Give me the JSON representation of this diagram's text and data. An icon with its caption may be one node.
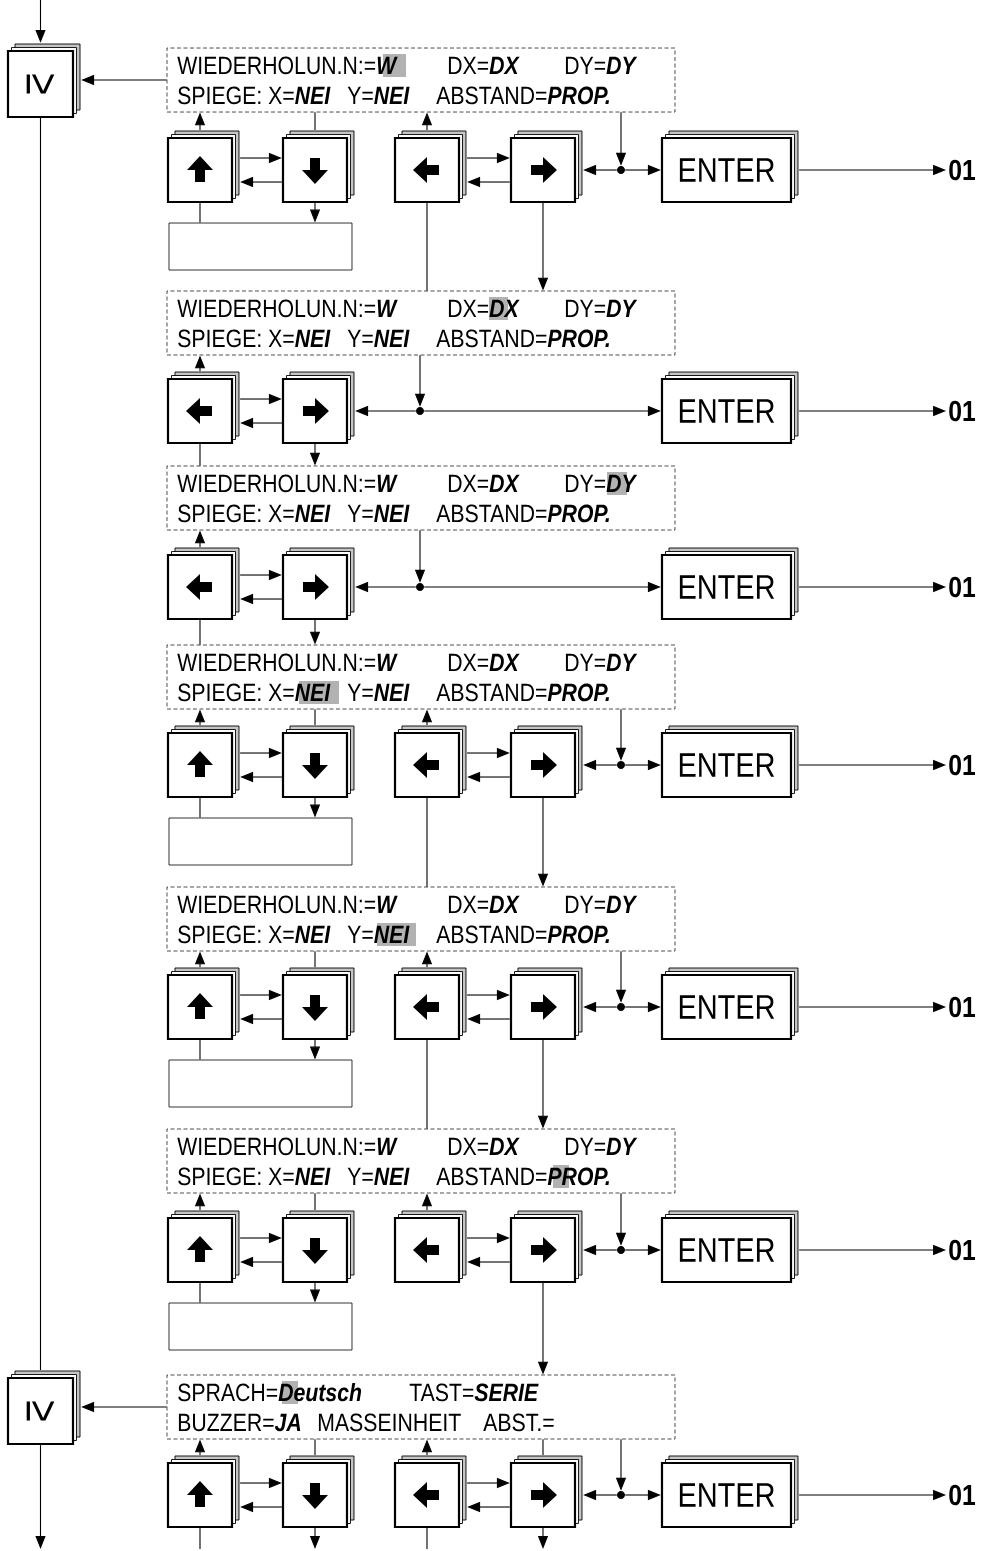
{
  "diagram": {
    "nodes": [
      {
        "text": [
          "≥"
        ]
      },
      {
        "text": [
          "WIEDERHOLUN.N:=*W*",
          "DX=*DX*",
          "DY=*DY*",
          "SPIEGE: X=*NEI*",
          "Y=*NEI*",
          "ABSTAND=*PROP.*"
        ]
      },
      {
        "text": [],
        "shape": "key"
      },
      {
        "text": [],
        "shape": "key"
      },
      {
        "text": [],
        "shape": "key"
      },
      {
        "text": [],
        "shape": "key"
      },
      {
        "text": [],
        "shape": "circle"
      },
      {
        "text": [
          "ENTER"
        ]
      },
      {
        "text": [
          "01"
        ]
      },
      {
        "text": [],
        "shape": "box"
      },
      {
        "text": [
          "WIEDERHOLUN.N:=*W*",
          "DX=*DX*",
          "DY=*DY*",
          "SPIEGE: X=*NEI*",
          "Y=*NEI*",
          "ABSTAND=*PROP.*"
        ]
      },
      {
        "text": [],
        "shape": "key"
      },
      {
        "text": [],
        "shape": "key"
      },
      {
        "text": [],
        "shape": "circle"
      },
      {
        "text": [
          "ENTER"
        ]
      },
      {
        "text": [
          "01"
        ]
      },
      {
        "text": [
          "WIEDERHOLUN.N:=*W*",
          "DX=*DX*",
          "DY=*DY*",
          "SPIEGE: X=*NEI*",
          "Y=*NEI*",
          "ABSTAND=*PROP.*"
        ]
      },
      {
        "text": [],
        "shape": "key"
      },
      {
        "text": [],
        "shape": "key"
      },
      {
        "text": [],
        "shape": "circle"
      },
      {
        "text": [
          "ENTER"
        ]
      },
      {
        "text": [
          "01"
        ]
      },
      {
        "text": [
          "WIEDERHOLUN.N:=*W*",
          "DX=*DX*",
          "DY=*DY*",
          "SPIEGE: X=*NEI*",
          "Y=*NEI*",
          "ABSTAND=*PROP.*"
        ]
      },
      {
        "text": [],
        "shape": "key"
      },
      {
        "text": [],
        "shape": "key"
      },
      {
        "text": [],
        "shape": "key"
      },
      {
        "text": [],
        "shape": "key"
      },
      {
        "text": [],
        "shape": "circle"
      },
      {
        "text": [
          "ENTER"
        ]
      },
      {
        "text": [
          "01"
        ]
      },
      {
        "text": [],
        "shape": "box"
      },
      {
        "text": [
          "WIEDERHOLUN.N:=*W*",
          "DX=*DX*",
          "DY=*DY*",
          "SPIEGE: X=*NEI*",
          "Y=*NEI*",
          "ABSTAND=*PROP.*"
        ]
      },
      {
        "text": [],
        "shape": "key"
      },
      {
        "text": [],
        "shape": "key"
      },
      {
        "text": [],
        "shape": "key"
      },
      {
        "text": [],
        "shape": "key"
      },
      {
        "text": [],
        "shape": "circle"
      },
      {
        "text": [
          "ENTER"
        ]
      },
      {
        "text": [
          "01"
        ]
      },
      {
        "text": [],
        "shape": "box"
      },
      {
        "text": [
          "WIEDERHOLUN.N:=*W*",
          "DX=*DX*",
          "DY=*DY*",
          "SPIEGE: X=*NEI*",
          "Y=*NEI*",
          "ABSTAND=*PROP.*"
        ]
      },
      {
        "text": [],
        "shape": "key"
      },
      {
        "text": [],
        "shape": "key"
      },
      {
        "text": [],
        "shape": "key"
      },
      {
        "text": [],
        "shape": "key"
      },
      {
        "text": [],
        "shape": "circle"
      },
      {
        "text": [
          "ENTER"
        ]
      },
      {
        "text": [
          "01"
        ]
      },
      {
        "text": [],
        "shape": "box"
      },
      {
        "text": [
          "≥"
        ]
      },
      {
        "text": [
          "SPRACH=*Deutsch*",
          "TAST=*SERIE*",
          "BUZZER=*JA*",
          "MASSEINHEIT",
          "ABST.="
        ]
      },
      {
        "text": [],
        "shape": "key"
      },
      {
        "text": [],
        "shape": "key"
      },
      {
        "text": [],
        "shape": "key"
      },
      {
        "text": [],
        "shape": "key"
      },
      {
        "text": [],
        "shape": "circle"
      },
      {
        "text": [
          "ENTER"
        ]
      },
      {
        "text": [
          "01"
        ]
      }
    ],
    "edges": [
      {
        "from": null,
        "to": 0,
        "arrow": "to"
      },
      {
        "from": 0,
        "to": 49,
        "arrow": "none"
      },
      {
        "from": 49,
        "to": null,
        "arrow": "to"
      },
      {
        "from": 1,
        "to": 0,
        "arrow": "to"
      },
      {
        "from": 2,
        "to": 1,
        "arrow": "to"
      },
      {
        "from": 2,
        "to": 9,
        "arrow": "none"
      },
      {
        "from": 1,
        "to": 3,
        "arrow": "none"
      },
      {
        "from": 3,
        "to": 9,
        "arrow": "to"
      },
      {
        "from": 2,
        "to": 3,
        "arrow": "to"
      },
      {
        "from": 3,
        "to": 2,
        "arrow": "to"
      },
      {
        "from": 4,
        "to": 1,
        "arrow": "to"
      },
      {
        "from": 4,
        "to": 10,
        "arrow": "none"
      },
      {
        "from": 5,
        "to": 10,
        "arrow": "to"
      },
      {
        "from": 4,
        "to": 5,
        "arrow": "to"
      },
      {
        "from": 5,
        "to": 4,
        "arrow": "to"
      },
      {
        "from": 1,
        "to": 6,
        "arrow": "to"
      },
      {
        "from": 6,
        "to": 5,
        "arrow": "to"
      },
      {
        "from": 6,
        "to": 7,
        "arrow": "to"
      },
      {
        "from": 7,
        "to": 8,
        "arrow": "to"
      },
      {
        "from": 11,
        "to": 10,
        "arrow": "to"
      },
      {
        "from": 11,
        "to": 16,
        "arrow": "none"
      },
      {
        "from": 12,
        "to": 16,
        "arrow": "to"
      },
      {
        "from": 11,
        "to": 12,
        "arrow": "to"
      },
      {
        "from": 12,
        "to": 11,
        "arrow": "to"
      },
      {
        "from": 10,
        "to": 13,
        "arrow": "to"
      },
      {
        "from": 13,
        "to": 12,
        "arrow": "to"
      },
      {
        "from": 13,
        "to": 14,
        "arrow": "to"
      },
      {
        "from": 14,
        "to": 15,
        "arrow": "to"
      },
      {
        "from": 17,
        "to": 16,
        "arrow": "to"
      },
      {
        "from": 17,
        "to": 22,
        "arrow": "none"
      },
      {
        "from": 18,
        "to": 22,
        "arrow": "to"
      },
      {
        "from": 17,
        "to": 18,
        "arrow": "to"
      },
      {
        "from": 18,
        "to": 17,
        "arrow": "to"
      },
      {
        "from": 16,
        "to": 19,
        "arrow": "to"
      },
      {
        "from": 19,
        "to": 18,
        "arrow": "to"
      },
      {
        "from": 19,
        "to": 20,
        "arrow": "to"
      },
      {
        "from": 20,
        "to": 21,
        "arrow": "to"
      },
      {
        "from": 23,
        "to": 22,
        "arrow": "to"
      },
      {
        "from": 23,
        "to": 30,
        "arrow": "none"
      },
      {
        "from": 22,
        "to": 24,
        "arrow": "none"
      },
      {
        "from": 24,
        "to": 30,
        "arrow": "to"
      },
      {
        "from": 23,
        "to": 24,
        "arrow": "to"
      },
      {
        "from": 24,
        "to": 23,
        "arrow": "to"
      },
      {
        "from": 25,
        "to": 22,
        "arrow": "to"
      },
      {
        "from": 25,
        "to": 31,
        "arrow": "none"
      },
      {
        "from": 26,
        "to": 31,
        "arrow": "to"
      },
      {
        "from": 25,
        "to": 26,
        "arrow": "to"
      },
      {
        "from": 26,
        "to": 25,
        "arrow": "to"
      },
      {
        "from": 22,
        "to": 27,
        "arrow": "to"
      },
      {
        "from": 27,
        "to": 26,
        "arrow": "to"
      },
      {
        "from": 27,
        "to": 28,
        "arrow": "to"
      },
      {
        "from": 28,
        "to": 29,
        "arrow": "to"
      },
      {
        "from": 32,
        "to": 31,
        "arrow": "to"
      },
      {
        "from": 32,
        "to": 39,
        "arrow": "none"
      },
      {
        "from": 31,
        "to": 33,
        "arrow": "none"
      },
      {
        "from": 33,
        "to": 39,
        "arrow": "to"
      },
      {
        "from": 32,
        "to": 33,
        "arrow": "to"
      },
      {
        "from": 33,
        "to": 32,
        "arrow": "to"
      },
      {
        "from": 34,
        "to": 31,
        "arrow": "to"
      },
      {
        "from": 34,
        "to": 40,
        "arrow": "none"
      },
      {
        "from": 35,
        "to": 40,
        "arrow": "to"
      },
      {
        "from": 34,
        "to": 35,
        "arrow": "to"
      },
      {
        "from": 35,
        "to": 34,
        "arrow": "to"
      },
      {
        "from": 31,
        "to": 36,
        "arrow": "to"
      },
      {
        "from": 36,
        "to": 35,
        "arrow": "to"
      },
      {
        "from": 36,
        "to": 37,
        "arrow": "to"
      },
      {
        "from": 37,
        "to": 38,
        "arrow": "to"
      },
      {
        "from": 41,
        "to": 40,
        "arrow": "to"
      },
      {
        "from": 41,
        "to": 48,
        "arrow": "none"
      },
      {
        "from": 40,
        "to": 42,
        "arrow": "none"
      },
      {
        "from": 42,
        "to": 48,
        "arrow": "to"
      },
      {
        "from": 41,
        "to": 42,
        "arrow": "to"
      },
      {
        "from": 42,
        "to": 41,
        "arrow": "to"
      },
      {
        "from": 43,
        "to": 40,
        "arrow": "to"
      },
      {
        "from": 44,
        "to": 50,
        "arrow": "to"
      },
      {
        "from": 43,
        "to": 44,
        "arrow": "to"
      },
      {
        "from": 44,
        "to": 43,
        "arrow": "to"
      },
      {
        "from": 40,
        "to": 45,
        "arrow": "to"
      },
      {
        "from": 45,
        "to": 44,
        "arrow": "to"
      },
      {
        "from": 45,
        "to": 46,
        "arrow": "to"
      },
      {
        "from": 46,
        "to": 47,
        "arrow": "to"
      },
      {
        "from": 50,
        "to": 49,
        "arrow": "to"
      },
      {
        "from": 51,
        "to": 50,
        "arrow": "to"
      },
      {
        "from": 50,
        "to": 52,
        "arrow": "none"
      },
      {
        "from": 53,
        "to": 50,
        "arrow": "to"
      },
      {
        "from": 50,
        "to": 54,
        "arrow": "none"
      },
      {
        "from": 51,
        "to": 52,
        "arrow": "to"
      },
      {
        "from": 52,
        "to": 51,
        "arrow": "to"
      },
      {
        "from": 53,
        "to": 54,
        "arrow": "to"
      },
      {
        "from": 54,
        "to": 53,
        "arrow": "to"
      },
      {
        "from": 50,
        "to": 55,
        "arrow": "to"
      },
      {
        "from": 55,
        "to": 54,
        "arrow": "to"
      },
      {
        "from": 55,
        "to": 56,
        "arrow": "to"
      },
      {
        "from": 56,
        "to": 57,
        "arrow": "to"
      },
      {
        "from": 51,
        "to": null,
        "arrow": "none"
      },
      {
        "from": 52,
        "to": null,
        "arrow": "to"
      },
      {
        "from": 53,
        "to": null,
        "arrow": "none"
      },
      {
        "from": 54,
        "to": null,
        "arrow": "to"
      }
    ]
  }
}
